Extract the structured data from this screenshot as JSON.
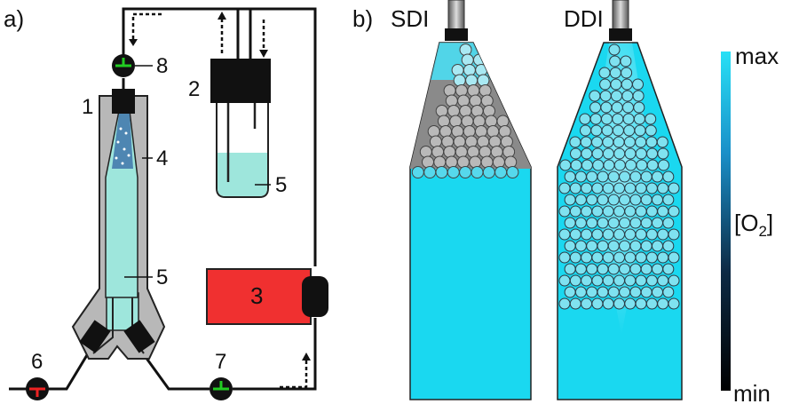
{
  "panels": {
    "a": {
      "label": "a)"
    },
    "b": {
      "label": "b)",
      "left_title": "SDI",
      "right_title": "DDI"
    }
  },
  "components": {
    "n1": "1",
    "n2": "2",
    "n3": "3",
    "n4": "4",
    "n5_tube": "5",
    "n5_column": "5",
    "n6": "6",
    "n7": "7",
    "n8": "8"
  },
  "colorbar": {
    "max_label": "max",
    "min_label": "min",
    "quantity_main": "[O",
    "quantity_sub": "2",
    "quantity_close": "]"
  },
  "colors": {
    "liquid": "#1ad8f0",
    "pale_liquid": "#9ee6dc",
    "pump": "#f03030",
    "housing": "#b8b8b8",
    "valve_green": "#22cc22",
    "valve_red": "#ee2222"
  }
}
